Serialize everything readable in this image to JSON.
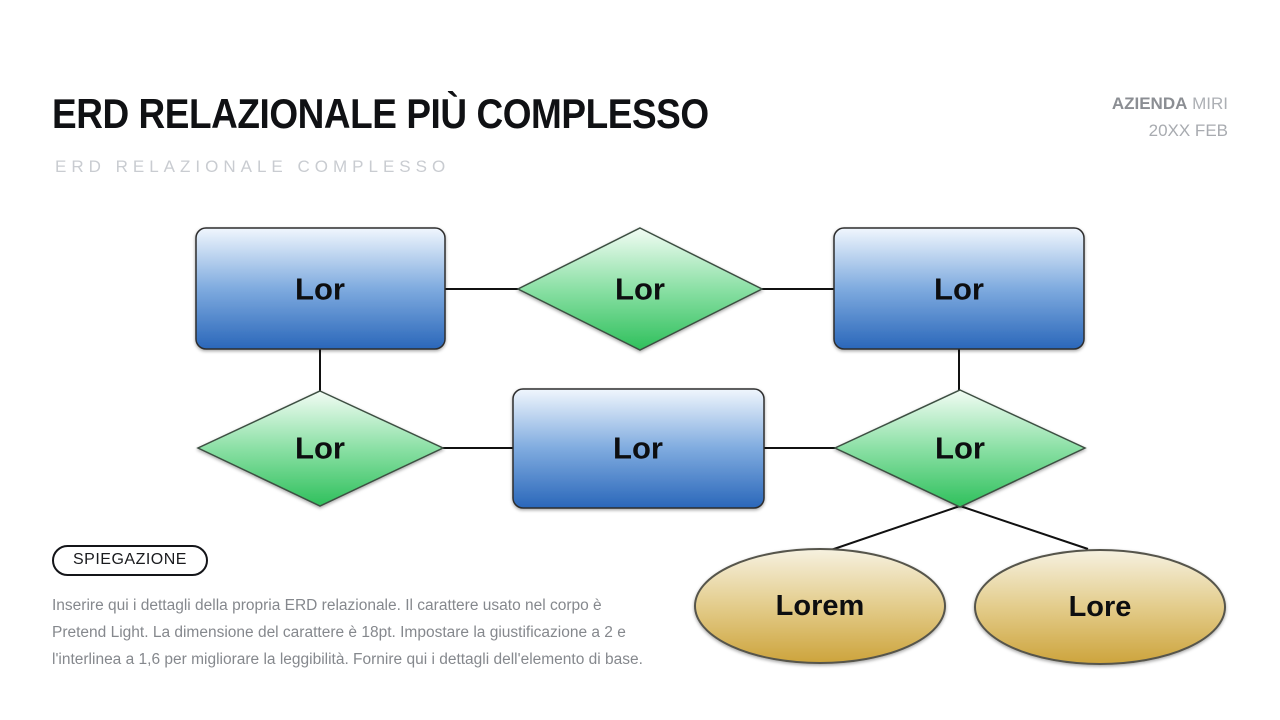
{
  "header": {
    "title": "ERD RELAZIONALE PIÙ COMPLESSO",
    "subtitle": "ERD RELAZIONALE COMPLESSO",
    "company_bold": "AZIENDA",
    "company_light": "MIRI",
    "date": "20XX FEB"
  },
  "diagram": {
    "entities": [
      {
        "label": "Lor"
      },
      {
        "label": "Lor"
      },
      {
        "label": "Lor"
      }
    ],
    "relationships": [
      {
        "label": "Lor"
      },
      {
        "label": "Lor"
      },
      {
        "label": "Lor"
      }
    ],
    "attributes": [
      {
        "label": "Lorem"
      },
      {
        "label": "Lore"
      }
    ]
  },
  "explanation": {
    "badge": "SPIEGAZIONE",
    "body": "Inserire qui i dettagli della propria ERD relazionale. Il carattere usato nel corpo è Pretend Light. La dimensione del carattere è 18pt. Impostare la giustificazione a 2 e l'interlinea a 1,6 per migliorare la leggibilità. Fornire qui i dettagli dell'elemento di base."
  },
  "colors": {
    "entity_top": "#f0f6fd",
    "entity_mid": "#7fabdf",
    "entity_bottom": "#2a67ba",
    "relation_top": "#f2fcf4",
    "relation_mid": "#8be0a5",
    "relation_bottom": "#2fc05c",
    "attribute_top": "#f6f1e0",
    "attribute_mid": "#e3cc8b",
    "attribute_bottom": "#cda43c",
    "connector": "#111111"
  }
}
